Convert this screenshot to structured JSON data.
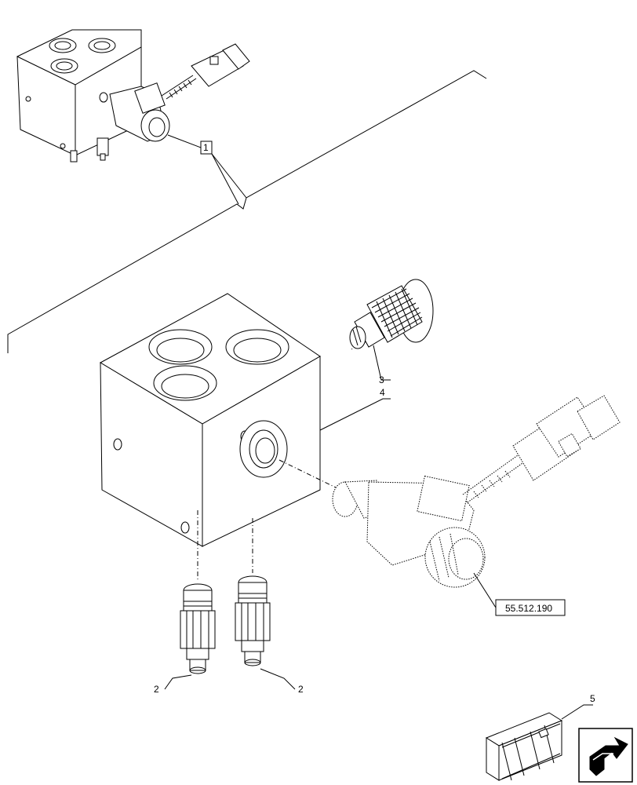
{
  "callouts": {
    "item_1": "1",
    "item_2a": "2",
    "item_2b": "2",
    "item_3": "3",
    "item_4": "4",
    "item_5": "5",
    "reference": "55.512.190"
  }
}
